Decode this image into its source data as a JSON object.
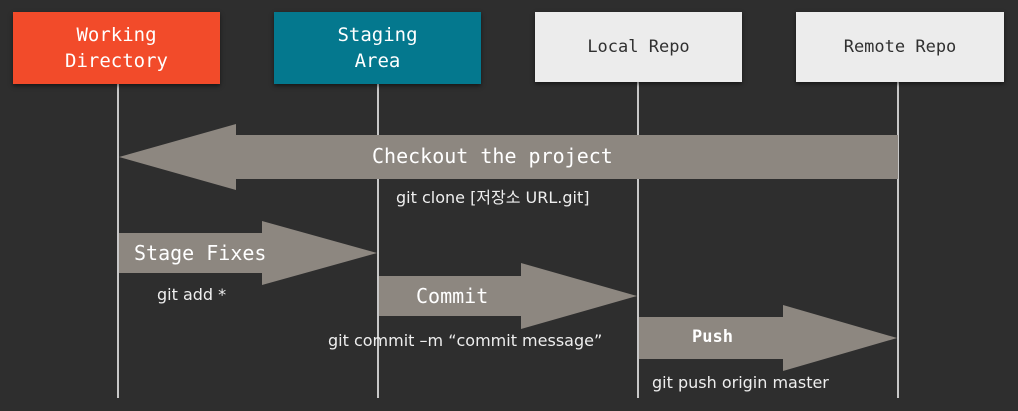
{
  "colors": {
    "background": "#2e2e2e",
    "arrow_fill": "#8d8780",
    "lifeline": "#c8c8c8",
    "working_directory": "#f24b2a",
    "staging_area": "#04788e",
    "repo_box": "#ececec",
    "repo_text": "#303030"
  },
  "columns": [
    {
      "id": "working",
      "lines": [
        "Working",
        "Directory"
      ]
    },
    {
      "id": "staging",
      "lines": [
        "Staging",
        "Area"
      ]
    },
    {
      "id": "local",
      "lines": [
        "Local Repo"
      ]
    },
    {
      "id": "remote",
      "lines": [
        "Remote Repo"
      ]
    }
  ],
  "arrows": [
    {
      "id": "checkout",
      "from": "remote",
      "to": "working",
      "label": "Checkout the project",
      "command": "git clone [저장소 URL.git]"
    },
    {
      "id": "stage",
      "from": "working",
      "to": "staging",
      "label": "Stage Fixes",
      "command": "git add *"
    },
    {
      "id": "commit",
      "from": "staging",
      "to": "local",
      "label": "Commit",
      "command": "git commit –m “commit message”"
    },
    {
      "id": "push",
      "from": "local",
      "to": "remote",
      "label": "Push",
      "command": "git push origin master"
    }
  ]
}
